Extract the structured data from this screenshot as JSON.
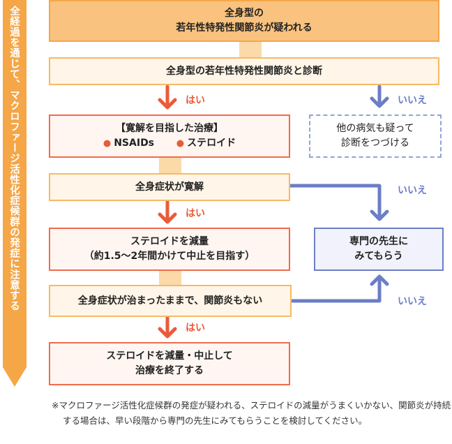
{
  "sidebar": {
    "text": "全経過を通じて、マクロファージ活性化症候群の発症に注意する"
  },
  "boxes": {
    "suspect": {
      "line1": "全身型の",
      "line2": "若年性特発性関節炎が疑われる"
    },
    "diagnosis": {
      "text": "全身型の若年性特発性関節炎と診断"
    },
    "treatment": {
      "title": "【寛解を目指した治療】",
      "item1": "NSAIDs",
      "item2": "ステロイド"
    },
    "other": {
      "line1": "他の病気も疑って",
      "line2": "診断をつづける"
    },
    "remission": {
      "text": "全身症状が寛解"
    },
    "specialist": {
      "line1": "専門の先生に",
      "line2": "みてもらう"
    },
    "reduce": {
      "line1": "ステロイドを減量",
      "line2": "（約1.5～2年間かけて中止を目指す）"
    },
    "settled": {
      "text": "全身症状が治まったままで、関節炎もない"
    },
    "end": {
      "line1": "ステロイドを減量・中止して",
      "line2": "治療を終了する"
    }
  },
  "labels": {
    "yes": "はい",
    "no": "いいえ"
  },
  "footnote": "※マクロファージ活性化症候群の発症が疑われる、ステロイドの減量がうまくいかない、関節炎が持続する場合は、早い段階から専門の先生にみてもらうことを検討してください。",
  "colors": {
    "sidebar": "#f5a647",
    "yes_arrow": "#ea5b39",
    "no_arrow": "#6b7ec6",
    "connector": "#fbd9a8"
  }
}
